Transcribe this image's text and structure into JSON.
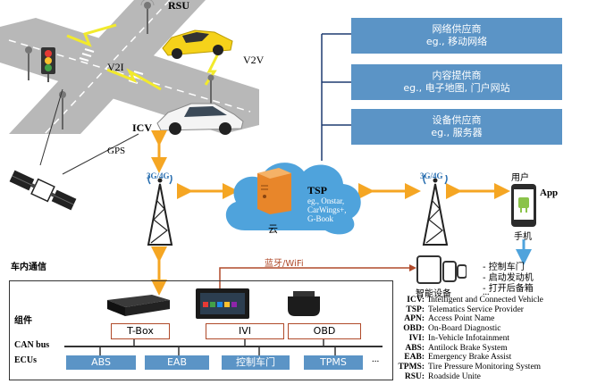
{
  "labels": {
    "rsu": "RSU",
    "v2i": "V2I",
    "v2v": "V2V",
    "icv": "ICV",
    "gps": "GPS",
    "net_left": "3G/4G",
    "net_right": "3G/4G",
    "tsp_title": "TSP",
    "tsp_line1": "eg., Onstar,",
    "tsp_line2": "CarWings+,",
    "tsp_line3": "G-Book",
    "cloud": "云",
    "user": "用户",
    "app": "App",
    "phone": "手机",
    "smart_device": "智能设备",
    "bluetooth_wifi": "蓝牙/WiFi",
    "in_vehicle": "车内通信",
    "components": "组件",
    "can_bus": "CAN bus",
    "ecus": "ECUs"
  },
  "providers": [
    {
      "title": "网络供应商",
      "example": "eg., 移动网络"
    },
    {
      "title": "内容提供商",
      "example": "eg., 电子地图, 门户网站"
    },
    {
      "title": "设备供应商",
      "example": "eg., 服务器"
    }
  ],
  "phone_functions": [
    "- 控制车门",
    "- 启动发动机",
    "- 打开后备箱",
    "..."
  ],
  "components_list": [
    "T-Box",
    "IVI",
    "OBD"
  ],
  "ecus_list": [
    "ABS",
    "EAB",
    "控制车门",
    "TPMS"
  ],
  "ecus_more": "...",
  "legend": [
    {
      "abbr": "ICV:",
      "full": "Intelligent and Connected Vehicle"
    },
    {
      "abbr": "TSP:",
      "full": "Telematics Service Provider"
    },
    {
      "abbr": "APN:",
      "full": "Access Point Name"
    },
    {
      "abbr": "OBD:",
      "full": "On-Board Diagnostic"
    },
    {
      "abbr": "IVI:",
      "full": "In-Vehicle Infotainment"
    },
    {
      "abbr": "ABS:",
      "full": "Antilock Brake System"
    },
    {
      "abbr": "EAB:",
      "full": "Emergency Brake Assist"
    },
    {
      "abbr": "TPMS:",
      "full": "Tire Pressure Monitoring System"
    },
    {
      "abbr": "RSU:",
      "full": "Roadside Unite"
    }
  ],
  "colors": {
    "provider_blue": "#5b94c6",
    "cloud_blue": "#4fa3dc",
    "arrow_orange": "#f5a623",
    "server_orange": "#e8862a",
    "road_gray": "#b8b8b8",
    "lightning_yellow": "#f2ea2c",
    "link_brown": "#b04a2a",
    "navy_line": "#1f3b70"
  },
  "icons": [
    "traffic-light-icon",
    "rsu-antenna-icon",
    "yellow-car-icon",
    "white-car-icon",
    "satellite-icon",
    "tower-icon",
    "server-icon",
    "smartphone-icon",
    "tbox-icon",
    "ivi-icon",
    "obd-icon",
    "tablet-watch-icon"
  ]
}
